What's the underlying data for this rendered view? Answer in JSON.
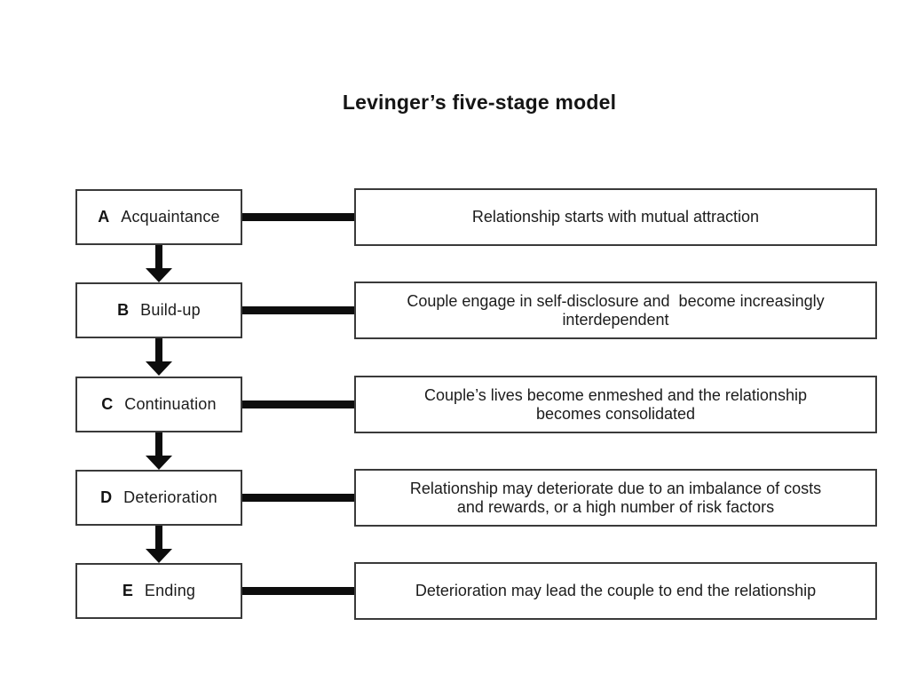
{
  "title": "Levinger’s five-stage model",
  "colors": {
    "background": "#ffffff",
    "box_border": "#3a3a3a",
    "connector": "#0d0d0d",
    "text": "#1c1c1c"
  },
  "stages": [
    {
      "letter": "A",
      "name": "Acquaintance",
      "lines": [
        "Relationship starts with mutual attraction"
      ]
    },
    {
      "letter": "B",
      "name": "Build-up",
      "lines": [
        "Couple engage in self-disclosure and  become increasingly",
        "interdependent"
      ]
    },
    {
      "letter": "C",
      "name": "Continuation",
      "lines": [
        "Couple’s lives become enmeshed and the relationship",
        "becomes consolidated"
      ]
    },
    {
      "letter": "D",
      "name": "Deterioration",
      "lines": [
        "Relationship may deteriorate due to an imbalance of costs",
        "and rewards, or a high number of risk factors"
      ]
    },
    {
      "letter": "E",
      "name": "Ending",
      "lines": [
        "Deterioration may lead the couple to end the relationship"
      ]
    }
  ]
}
